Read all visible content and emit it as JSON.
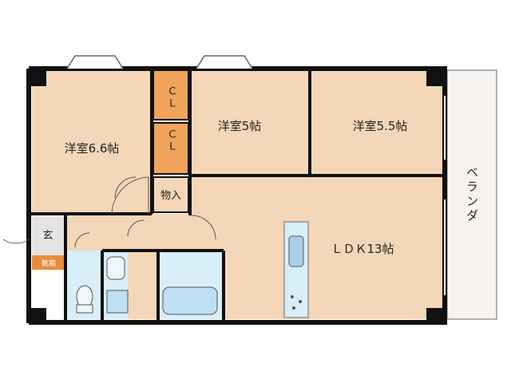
{
  "plan": {
    "rooms": {
      "western_room_1": "洋室6.6帖",
      "western_room_2": "洋室5帖",
      "western_room_3": "洋室5.5帖",
      "ldk": "ＬＤＫ13帖"
    },
    "closet_1": "ＣＬ",
    "closet_2": "ＣＬ",
    "storage": "物入",
    "entrance": "玄",
    "shoe_box": "靴箱",
    "balcony": "ベランダ"
  },
  "colors": {
    "room": "#f4d7b8",
    "closet": "#f0a35a",
    "wet_area": "#d8eef8",
    "wall": "#111111",
    "balcony": "#f6f3f0",
    "entrance": "#e4e4e4"
  }
}
